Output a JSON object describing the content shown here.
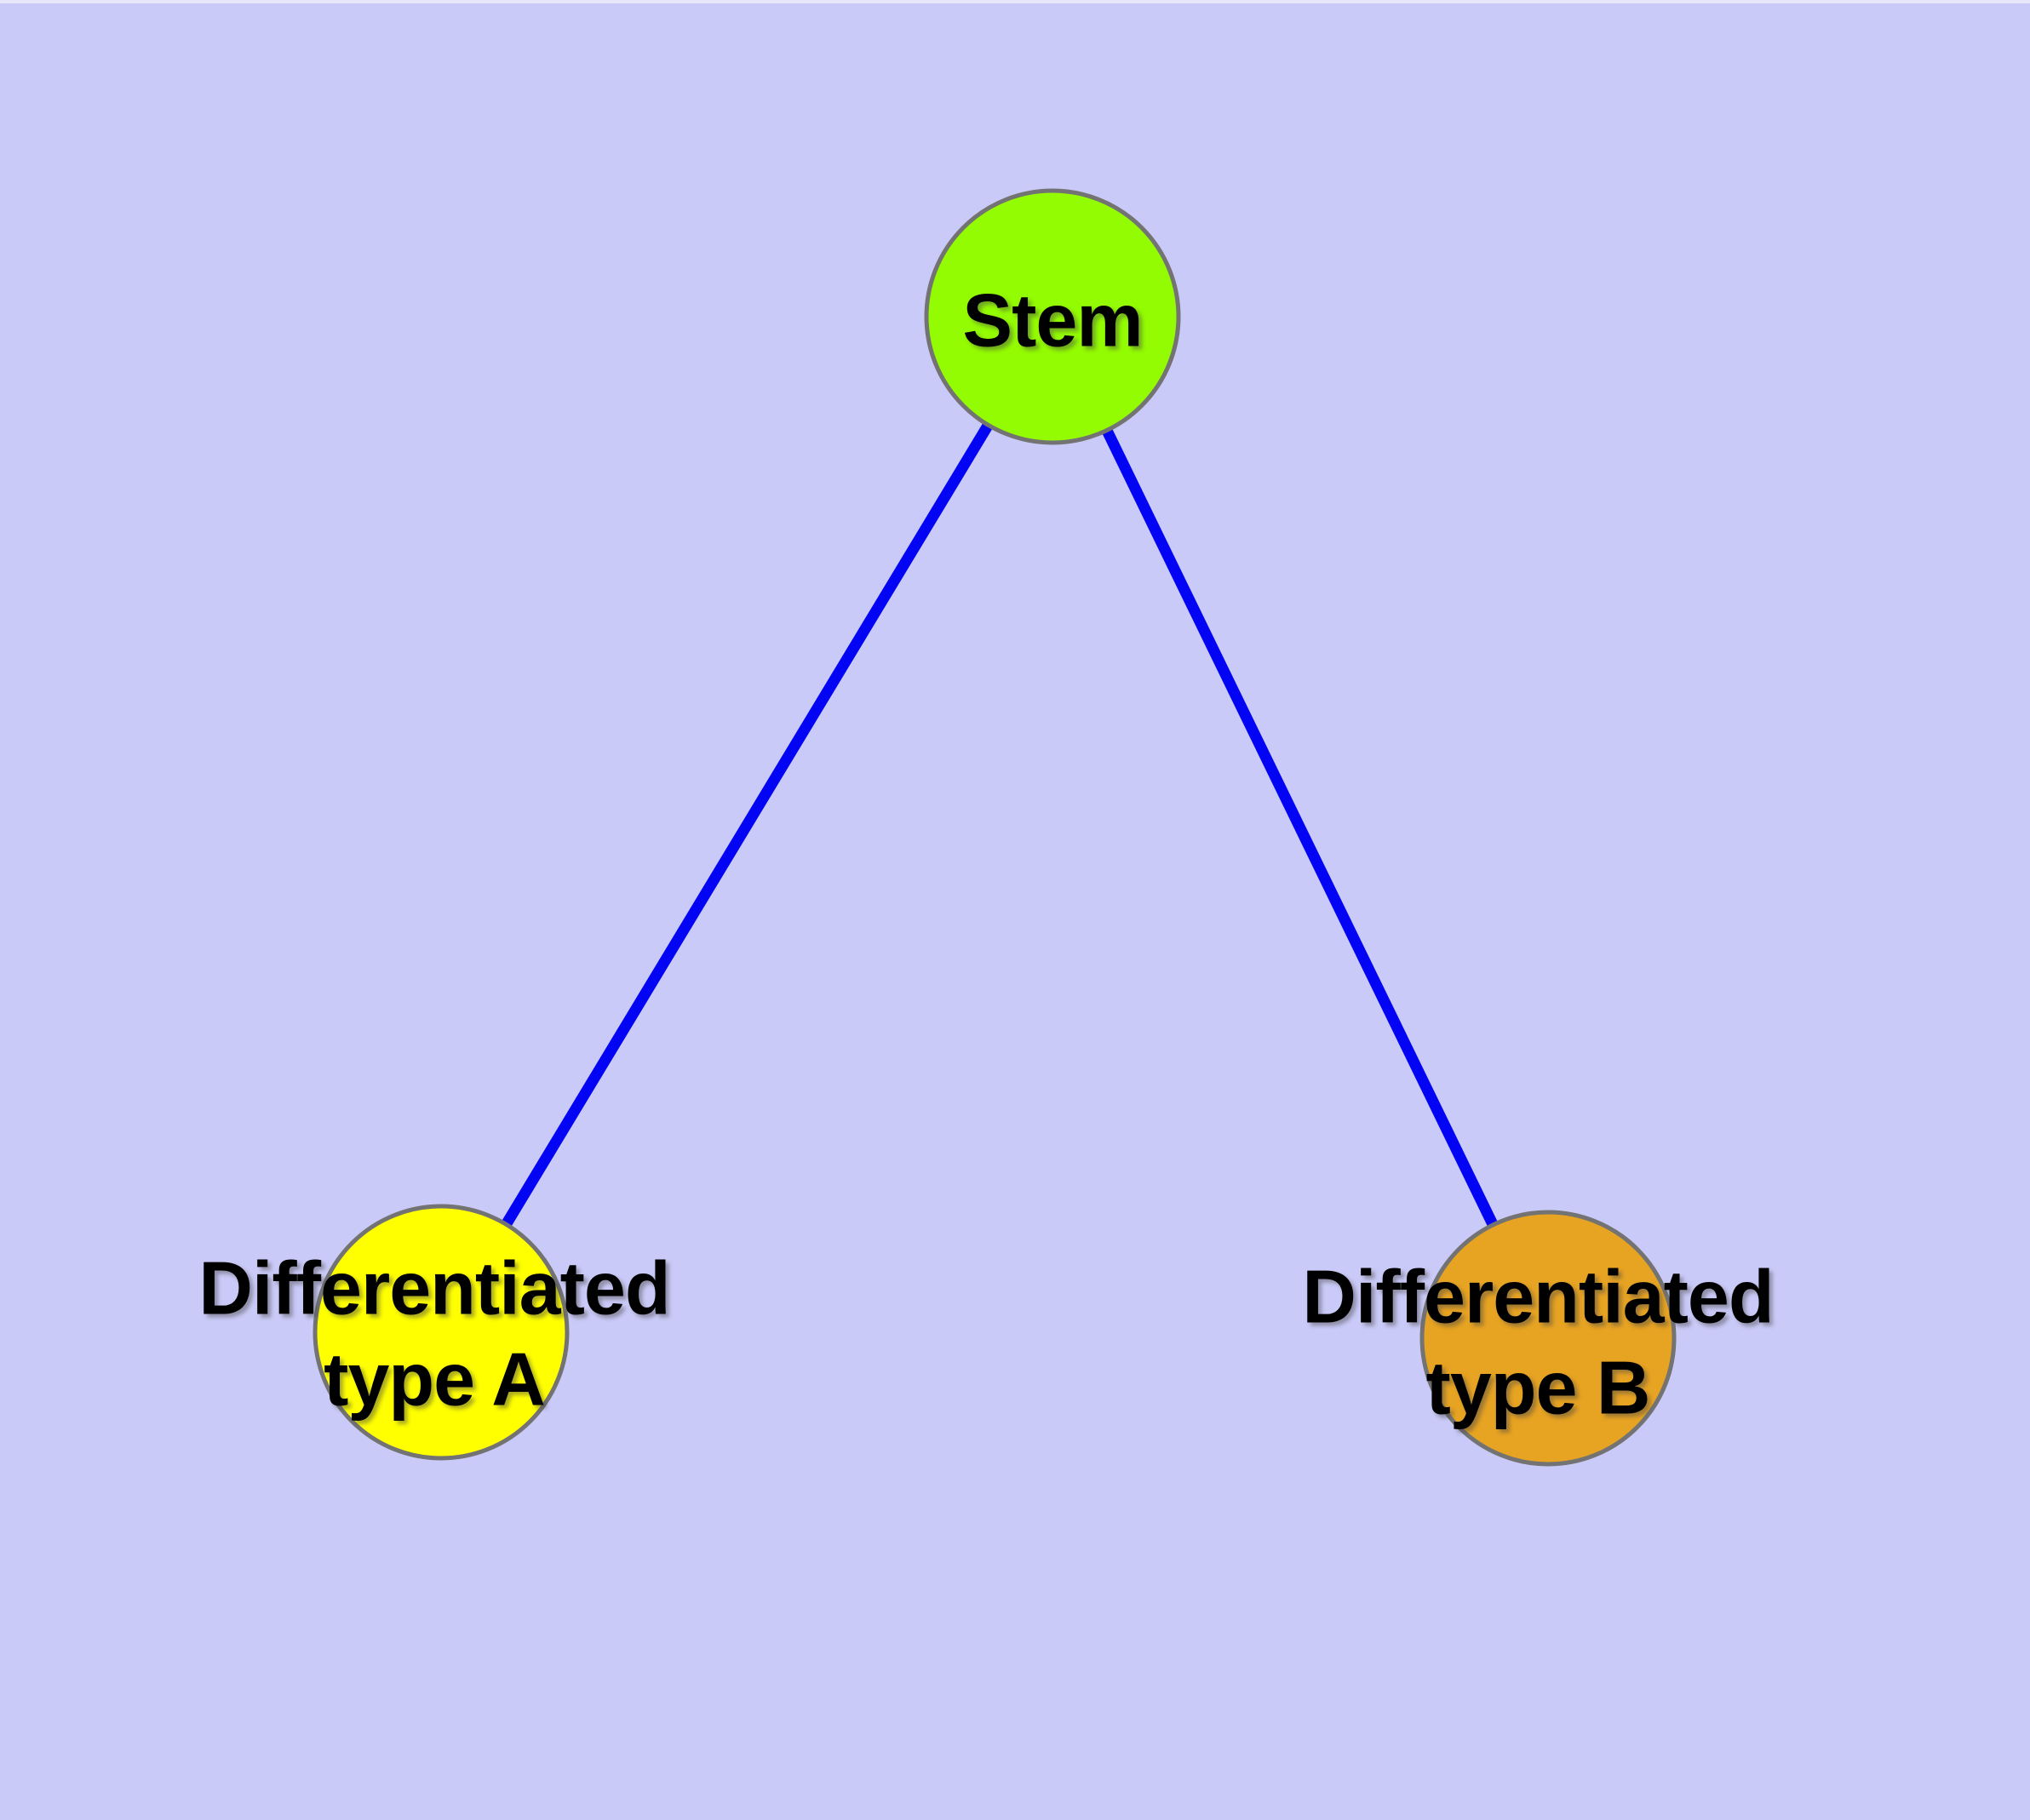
{
  "diagram": {
    "background_color": "#CACAF8",
    "edge_color": "#0404F4",
    "node_border_color": "#737373",
    "label_color": "#000000",
    "nodes": [
      {
        "id": "stem",
        "label": "Stem",
        "color": "#93FB02"
      },
      {
        "id": "differentiated-type-a",
        "label": "Differentiated\ntype A",
        "color": "#FFFF00"
      },
      {
        "id": "differentiated-type-b",
        "label": "Differentiated\ntype B",
        "color": "#E7A322"
      }
    ],
    "edges": [
      {
        "from": "stem",
        "to": "differentiated-type-a"
      },
      {
        "from": "stem",
        "to": "differentiated-type-b"
      }
    ]
  }
}
